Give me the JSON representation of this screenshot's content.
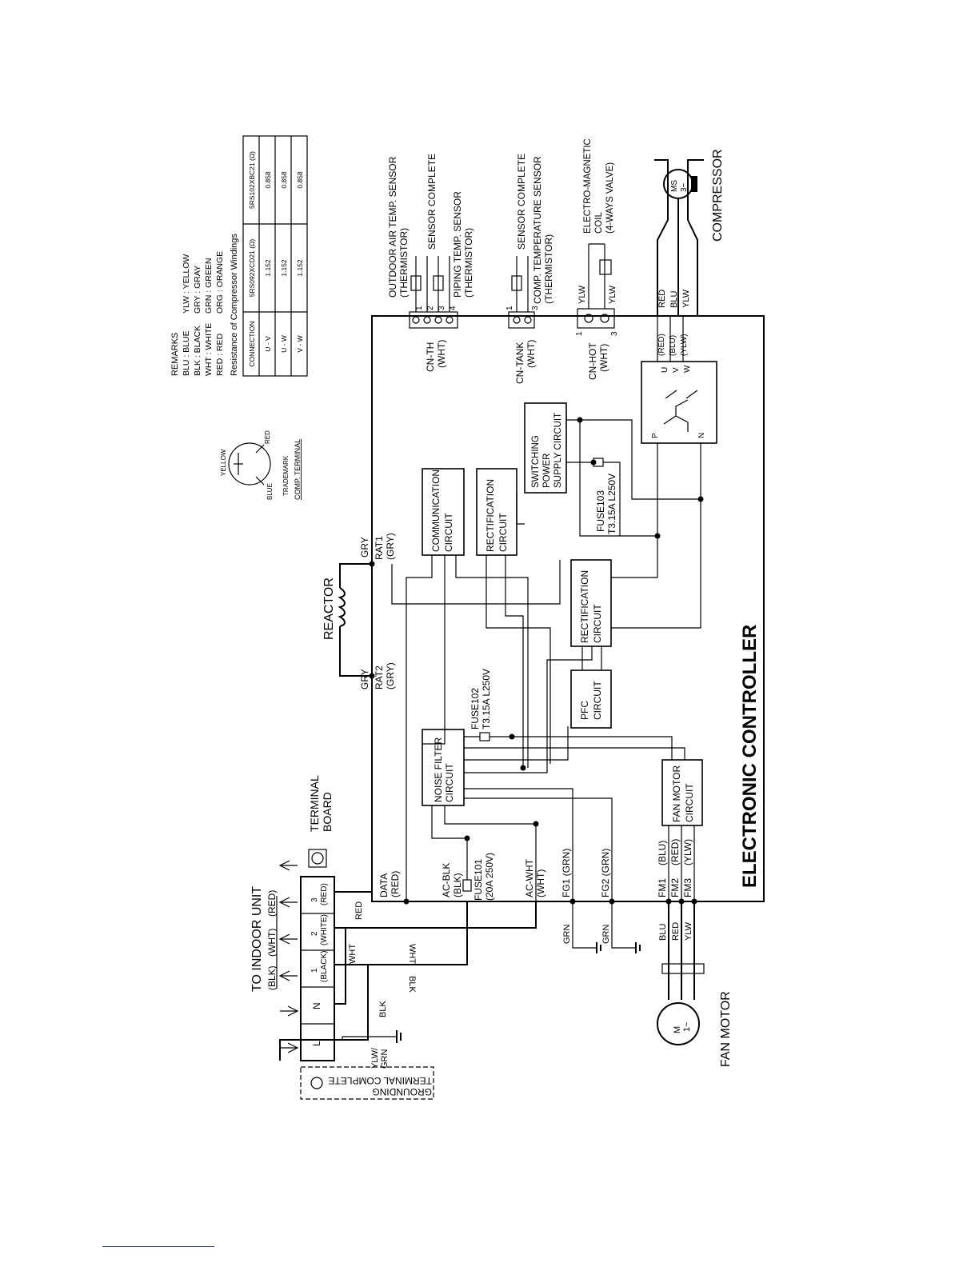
{
  "heading": "ELECTRONIC CONTROLLER",
  "remarks": {
    "title": "REMARKS",
    "colors": [
      "BLU : BLUE",
      "BLK : BLACK",
      "WHT : WHITE",
      "RED : RED",
      "YLW : YELLOW",
      "GRY : GRAY",
      "GRN : GREEN",
      "ORG : ORANGE"
    ]
  },
  "resistance_table": {
    "title": "Resistance of Compressor Windings",
    "headers": [
      "CONNECTION",
      "5RS092XCD21 (Ω)",
      "5RS102XBC21 (Ω)"
    ],
    "rows": [
      [
        "U - V",
        "1.152",
        "0.858"
      ],
      [
        "U - W",
        "1.152",
        "0.858"
      ],
      [
        "V - W",
        "1.152",
        "0.858"
      ]
    ]
  },
  "comp_terminal": {
    "yellow": "YELLOW",
    "red": "RED",
    "blue": "BLUE",
    "trademark": "TRADEMARK",
    "title": "COMP. TERMINAL"
  },
  "indoor": {
    "title": "TO INDOOR UNIT",
    "colors": [
      "(BLK)",
      "(WHT)",
      "(RED)"
    ],
    "terminals": [
      "L",
      "N",
      "1",
      "2",
      "3"
    ],
    "terminal_colors": [
      "(BLACK)",
      "(WHITE)",
      "(RED)"
    ],
    "terminal_board": [
      "TERMINAL",
      "BOARD"
    ],
    "grounding": [
      "GROUNDING",
      "TERMINAL COMPLETE"
    ],
    "ylw_grn": [
      "YLW/",
      "GRN"
    ]
  },
  "wires": {
    "blk": "BLK",
    "wht": "WHT",
    "red": "RED",
    "grn": "GRN",
    "gry": "GRY",
    "blu": "BLU",
    "ylw": "YLW"
  },
  "connectors": {
    "data": [
      "DATA",
      "(RED)"
    ],
    "ac_blk": [
      "AC-BLK",
      "(BLK)"
    ],
    "ac_wht": [
      "AC-WHT",
      "(WHT)"
    ],
    "fg1": "FG1 (GRN)",
    "fg2": "FG2 (GRN)",
    "fm": [
      "FM1",
      "FM2",
      "FM3"
    ],
    "fm_colors": [
      "(BLU)",
      "(RED)",
      "(YLW)"
    ],
    "rat1": [
      "RAT1",
      "(GRY)"
    ],
    "rat2": [
      "RAT2",
      "(GRY)"
    ],
    "cn_th": [
      "CN-TH",
      "(WHT)"
    ],
    "cn_tank": [
      "CN-TANK",
      "(WHT)"
    ],
    "cn_hot": [
      "CN-HOT",
      "(WHT)"
    ],
    "pin_nums": [
      "1",
      "2",
      "3",
      "4"
    ],
    "uvw": [
      "U",
      "V",
      "W"
    ],
    "uvw_colors": [
      "(RED)",
      "(BLU)",
      "(YLW)"
    ],
    "p": "P",
    "n": "N"
  },
  "fuses": {
    "f101": [
      "FUSE101",
      "(20A 250V)"
    ],
    "f102": [
      "FUSE102",
      "T3.15A L250V"
    ],
    "f103": [
      "FUSE103",
      "T3.15A L250V"
    ]
  },
  "circuits": {
    "noise": [
      "NOISE FILTER",
      "CIRCUIT"
    ],
    "comm": [
      "COMMUNICATION",
      "CIRCUIT"
    ],
    "rect1": [
      "RECTIFICATION",
      "CIRCUIT"
    ],
    "rect2": [
      "RECTIFICATION",
      "CIRCUIT"
    ],
    "pfc": [
      "PFC",
      "CIRCUIT"
    ],
    "fanmotor": [
      "FAN MOTOR",
      "CIRCUIT"
    ],
    "switching": [
      "SWITCHING",
      "POWER",
      "SUPPLY CIRCUIT"
    ]
  },
  "components": {
    "reactor": "REACTOR",
    "compressor": "COMPRESSOR",
    "fan_motor": "FAN MOTOR",
    "ms": [
      "MS",
      "3~"
    ],
    "m": [
      "M",
      "1~"
    ],
    "outdoor_sensor": [
      "OUTDOOR AIR TEMP. SENSOR",
      "(THERMISTOR)"
    ],
    "sensor_complete": "SENSOR COMPLETE",
    "piping_sensor": [
      "PIPING TEMP. SENSOR",
      "(THERMISTOR)"
    ],
    "sensor_complete2": "SENSOR COMPLETE",
    "comp_temp_sensor": [
      "COMP. TEMPERATURE SENSOR",
      "(THERMISTOR)"
    ],
    "coil": [
      "ELECTRO-MAGNETIC",
      "COIL",
      "(4-WAYS VALVE)"
    ]
  }
}
